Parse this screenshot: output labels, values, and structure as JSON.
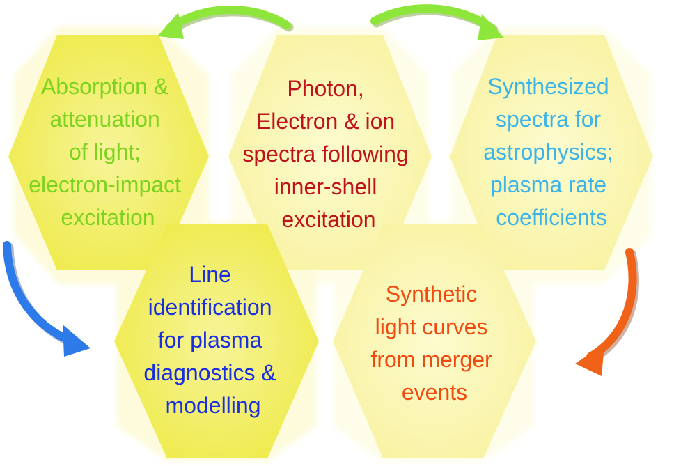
{
  "colors": {
    "green": "#7ed321",
    "red": "#c0121a",
    "cyan": "#3cb4ea",
    "blue": "#1a2fe0",
    "orange": "#f04a10",
    "hex_fill_bright": "#f5f26a",
    "hex_fill_pale": "#fbf8b8",
    "arrow_green": "#8fe63a",
    "arrow_blue": "#2d7be8",
    "arrow_orange": "#f06218"
  },
  "hexagons": {
    "absorption": {
      "lines": [
        "Absorption &",
        "attenuation",
        "of light;",
        "electron-impact",
        "excitation"
      ]
    },
    "photon": {
      "lines": [
        "Photon,",
        "Electron & ion",
        "spectra following",
        "inner-shell",
        "excitation"
      ]
    },
    "synthesized": {
      "lines": [
        "Synthesized",
        "spectra for",
        "astrophysics;",
        "plasma rate",
        "coefficients"
      ]
    },
    "line_id": {
      "lines": [
        "Line",
        "identification",
        "for plasma",
        "diagnostics &",
        "modelling"
      ]
    },
    "light_curves": {
      "lines": [
        "Synthetic",
        "light curves",
        "from merger",
        "events"
      ]
    }
  }
}
